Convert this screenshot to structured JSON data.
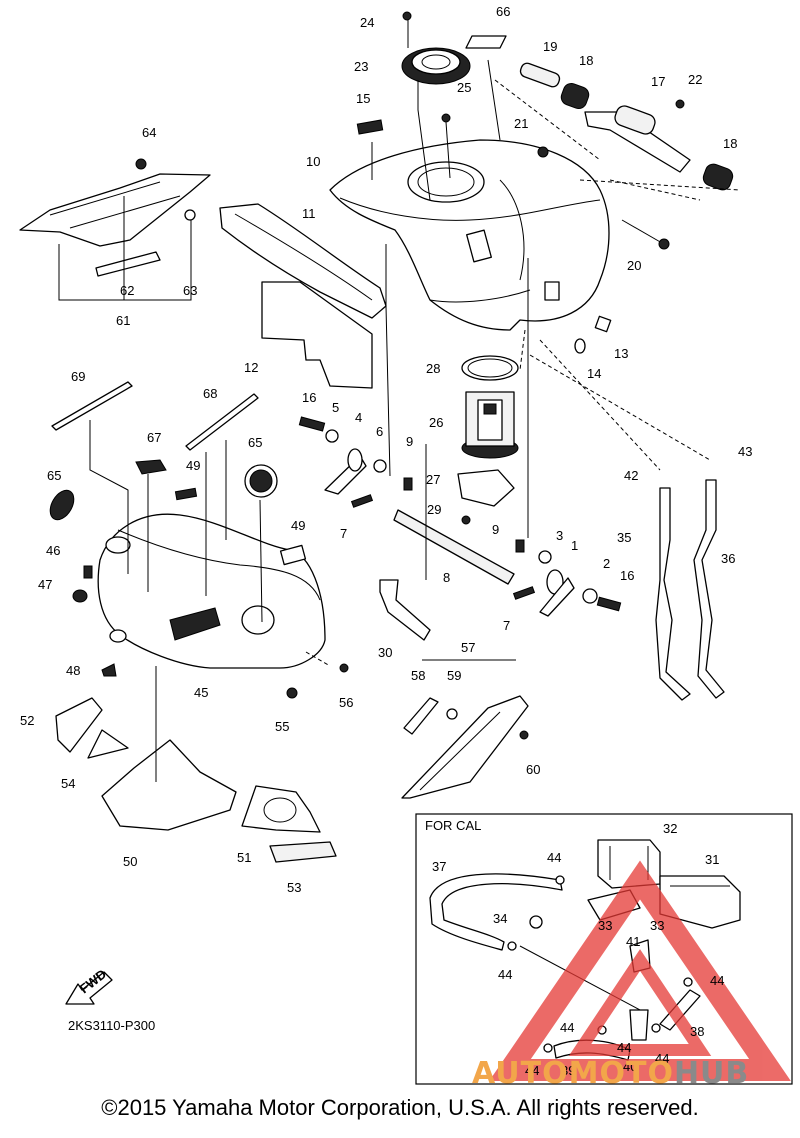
{
  "copyright": "©2015 Yamaha Motor Corporation, U.S.A. All rights reserved.",
  "diagram_code": "2KS3110-P300",
  "inset_title": "FOR CAL",
  "fwd_label": "FWD",
  "watermark": {
    "part1": "AUTOMOTO",
    "part2": "HUB",
    "color1": "#f2a64a",
    "color2": "#8a8a8a",
    "logo_color": "#e53935"
  },
  "callouts": [
    "1",
    "2",
    "3",
    "4",
    "5",
    "6",
    "7",
    "7",
    "8",
    "9",
    "9",
    "10",
    "11",
    "12",
    "13",
    "14",
    "15",
    "16",
    "16",
    "17",
    "18",
    "18",
    "19",
    "20",
    "21",
    "22",
    "23",
    "24",
    "25",
    "26",
    "27",
    "28",
    "29",
    "30",
    "31",
    "32",
    "33",
    "33",
    "34",
    "35",
    "36",
    "37",
    "38",
    "39",
    "40",
    "41",
    "42",
    "43",
    "44",
    "44",
    "44",
    "44",
    "44",
    "44",
    "44",
    "45",
    "46",
    "47",
    "48",
    "49",
    "49",
    "50",
    "51",
    "52",
    "53",
    "54",
    "55",
    "56",
    "57",
    "58",
    "59",
    "60",
    "61",
    "62",
    "63",
    "64",
    "65",
    "65",
    "66",
    "67",
    "68",
    "69"
  ]
}
